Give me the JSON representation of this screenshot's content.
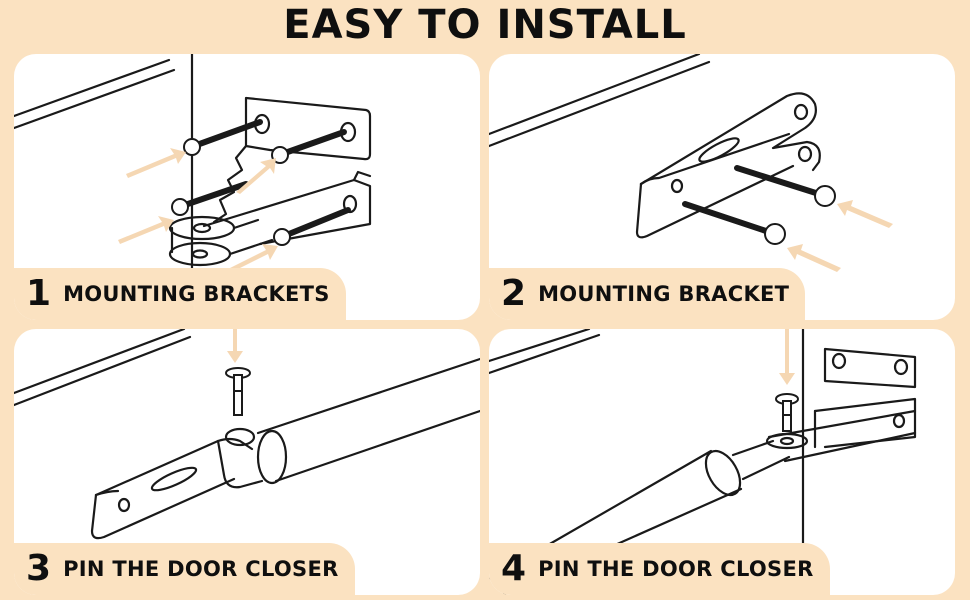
{
  "title": "EASY TO INSTALL",
  "steps": [
    {
      "number": "1",
      "label": "MOUNTING BRACKETS"
    },
    {
      "number": "2",
      "label": "MOUNTING BRACKET"
    },
    {
      "number": "3",
      "label": "PIN THE DOOR CLOSER"
    },
    {
      "number": "4",
      "label": "PIN THE DOOR CLOSER"
    }
  ],
  "colors": {
    "background": "#fbe2c1",
    "panel": "#ffffff",
    "arrow": "#f5d7b3",
    "line": "#1a1a1a"
  }
}
